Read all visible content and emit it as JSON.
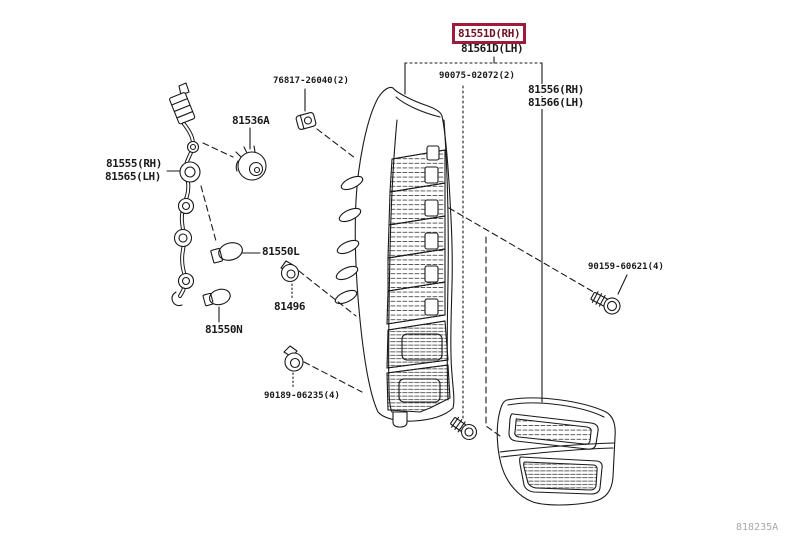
{
  "diagram": {
    "watermark": "818235A",
    "colors": {
      "highlight": "#9e1b3c",
      "line": "#1a1a1a",
      "watermark_gray": "#a8a8a8"
    }
  },
  "parts": {
    "lamp_unit_rh": {
      "label": "81551D(RH)",
      "highlighted": true
    },
    "lamp_unit_lh": {
      "label": "81561D(LH)"
    },
    "clip": {
      "label": "76817-26040(2)"
    },
    "screw_lamp": {
      "label": "90075-02072(2)"
    },
    "cover_rh": {
      "label": "81556(RH)"
    },
    "cover_lh": {
      "label": "81566(LH)"
    },
    "socket": {
      "label": "81536A"
    },
    "harness_rh": {
      "label": "81555(RH)"
    },
    "harness_lh": {
      "label": "81565(LH)"
    },
    "bulb_l": {
      "label": "81550L"
    },
    "bulb_n": {
      "label": "81550N"
    },
    "grommet": {
      "label": "81496"
    },
    "screw_grommet": {
      "label": "90189-06235(4)"
    },
    "screw_side": {
      "label": "90159-60621(4)"
    }
  }
}
